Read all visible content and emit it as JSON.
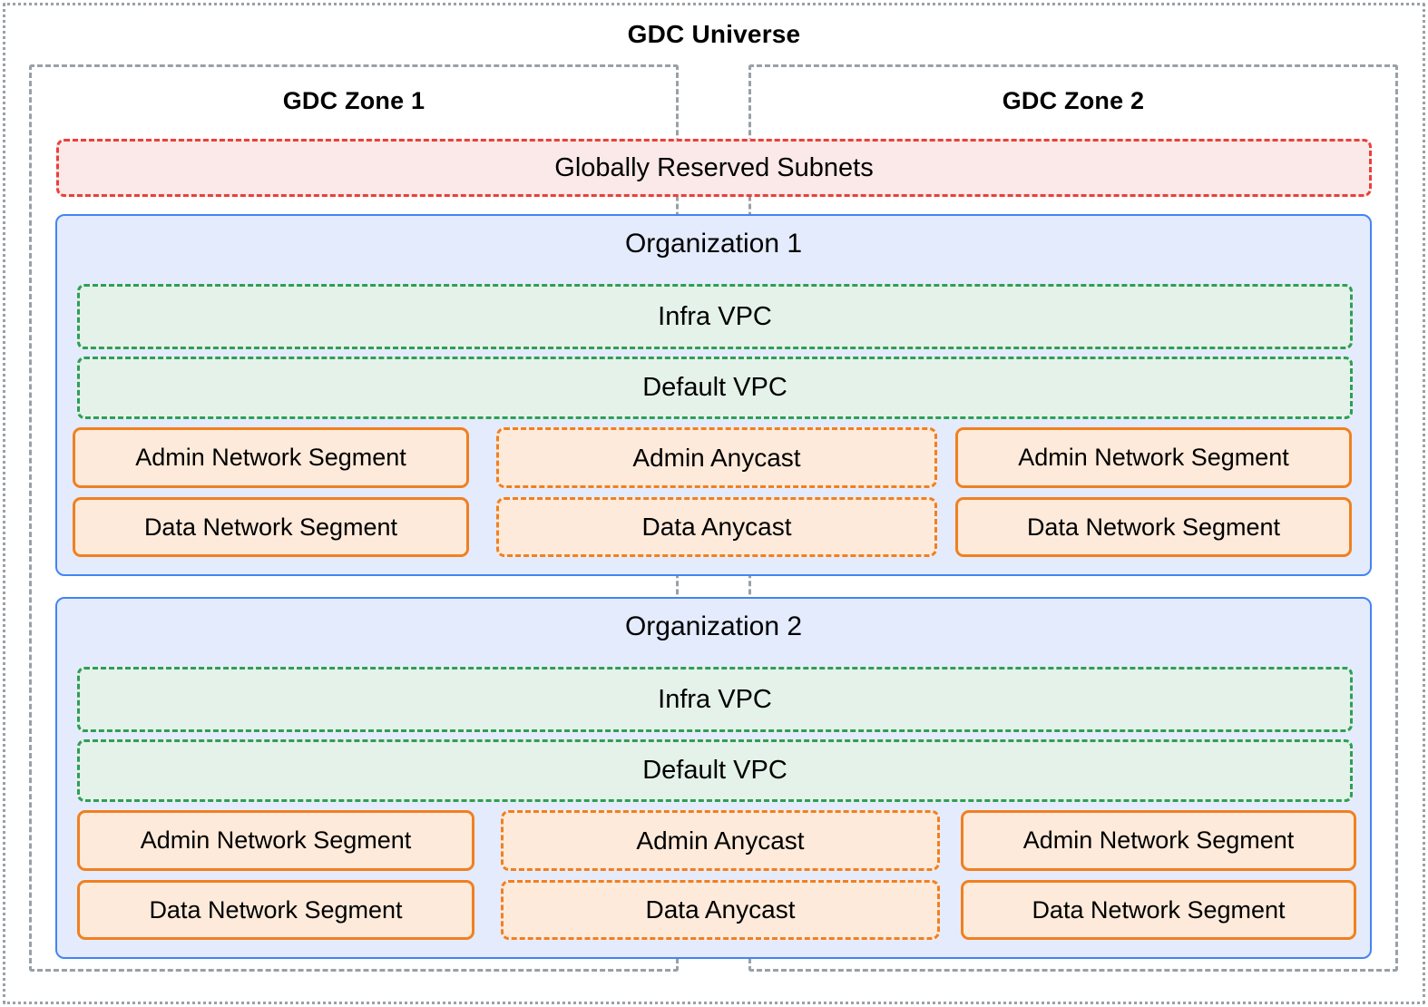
{
  "diagram": {
    "title": "GDC Universe",
    "zones": [
      {
        "title": "GDC Zone 1"
      },
      {
        "title": "GDC Zone 2"
      }
    ],
    "globally_reserved_subnets": {
      "label": "Globally Reserved Subnets"
    },
    "organizations": [
      {
        "title": "Organization 1",
        "vpcs": [
          {
            "label": "Infra VPC"
          },
          {
            "label": "Default VPC"
          }
        ],
        "zone1_segments": [
          {
            "label": "Admin Network Segment"
          },
          {
            "label": "Data Network Segment"
          }
        ],
        "anycast": [
          {
            "label": "Admin Anycast"
          },
          {
            "label": "Data Anycast"
          }
        ],
        "zone2_segments": [
          {
            "label": "Admin Network Segment"
          },
          {
            "label": "Data Network Segment"
          }
        ]
      },
      {
        "title": "Organization 2",
        "vpcs": [
          {
            "label": "Infra VPC"
          },
          {
            "label": "Default VPC"
          }
        ],
        "zone1_segments": [
          {
            "label": "Admin Network Segment"
          },
          {
            "label": "Data Network Segment"
          }
        ],
        "anycast": [
          {
            "label": "Admin Anycast"
          },
          {
            "label": "Data Anycast"
          }
        ],
        "zone2_segments": [
          {
            "label": "Admin Network Segment"
          },
          {
            "label": "Data Network Segment"
          }
        ]
      }
    ],
    "colors": {
      "universe_border": "#9aa0a6",
      "zone_border": "#9aa0a6",
      "reserved_border": "#e8413a",
      "reserved_fill": "#fbe9e9",
      "org_border": "#4285f4",
      "org_fill": "#e4ebfd",
      "vpc_border": "#2f9e55",
      "vpc_fill": "#e4f2ea",
      "segment_border": "#f08020",
      "segment_fill": "#fdeada",
      "text": "#000000"
    }
  }
}
